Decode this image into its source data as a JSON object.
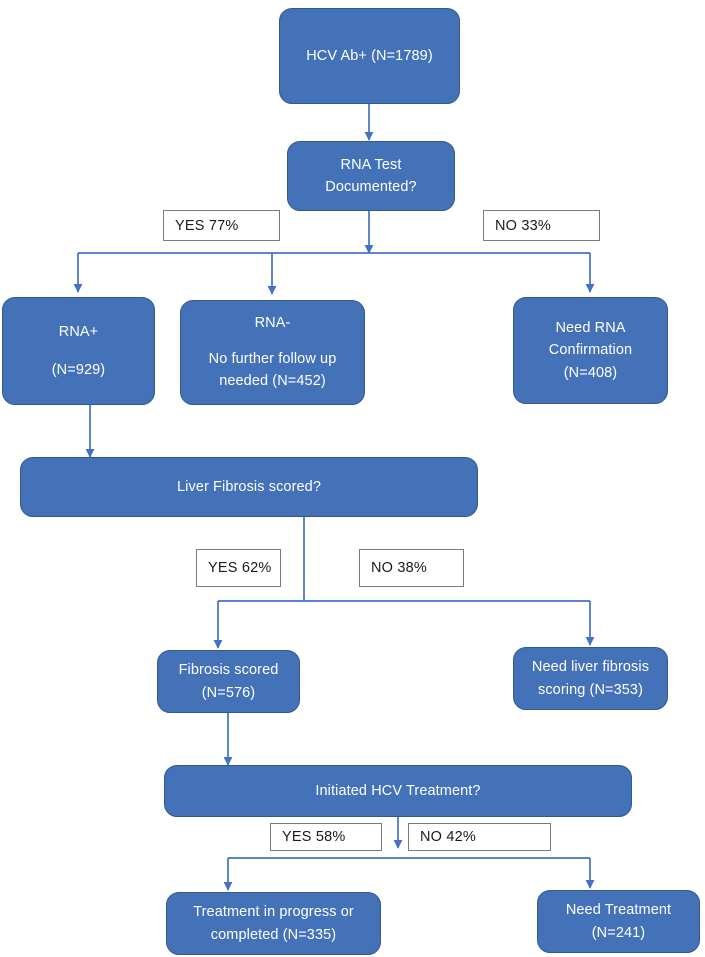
{
  "diagram": {
    "title": "HCV care cascade flowchart",
    "colors": {
      "node_fill": "#4472B8",
      "node_border": "#33598f",
      "node_text": "#ffffff",
      "connector": "#4472C4",
      "label_border": "#7a7a7a",
      "label_text": "#1a1a1a",
      "background": "#ffffff"
    },
    "nodes": [
      {
        "id": "hcv_ab",
        "lines": [
          "HCV Ab+ (N=1789)"
        ]
      },
      {
        "id": "rna_test_q",
        "lines": [
          "RNA Test",
          "Documented?"
        ]
      },
      {
        "id": "rna_pos",
        "lines": [
          "RNA+",
          "(N=929)"
        ]
      },
      {
        "id": "rna_neg",
        "lines": [
          "RNA-",
          "No further follow up",
          "needed (N=452)"
        ]
      },
      {
        "id": "need_rna",
        "lines": [
          "Need RNA",
          "Confirmation",
          "(N=408)"
        ]
      },
      {
        "id": "fibrosis_q",
        "lines": [
          "Liver Fibrosis scored?"
        ]
      },
      {
        "id": "fibrosis_scored",
        "lines": [
          "Fibrosis scored",
          "(N=576)"
        ]
      },
      {
        "id": "need_fibrosis",
        "lines": [
          "Need liver fibrosis",
          "scoring (N=353)"
        ]
      },
      {
        "id": "treatment_q",
        "lines": [
          "Initiated HCV Treatment?"
        ]
      },
      {
        "id": "treatment_done",
        "lines": [
          "Treatment in progress or",
          "completed (N=335)"
        ]
      },
      {
        "id": "need_treatment",
        "lines": [
          "Need Treatment",
          "(N=241)"
        ]
      }
    ],
    "edge_labels": [
      {
        "id": "rna_yes",
        "text": "YES 77%"
      },
      {
        "id": "rna_no",
        "text": "NO 33%"
      },
      {
        "id": "fibrosis_yes",
        "text": "YES 62%"
      },
      {
        "id": "fibrosis_no",
        "text": "NO 38%"
      },
      {
        "id": "treatment_yes",
        "text": "YES 58%"
      },
      {
        "id": "treatment_no",
        "text": "NO 42%"
      }
    ]
  }
}
